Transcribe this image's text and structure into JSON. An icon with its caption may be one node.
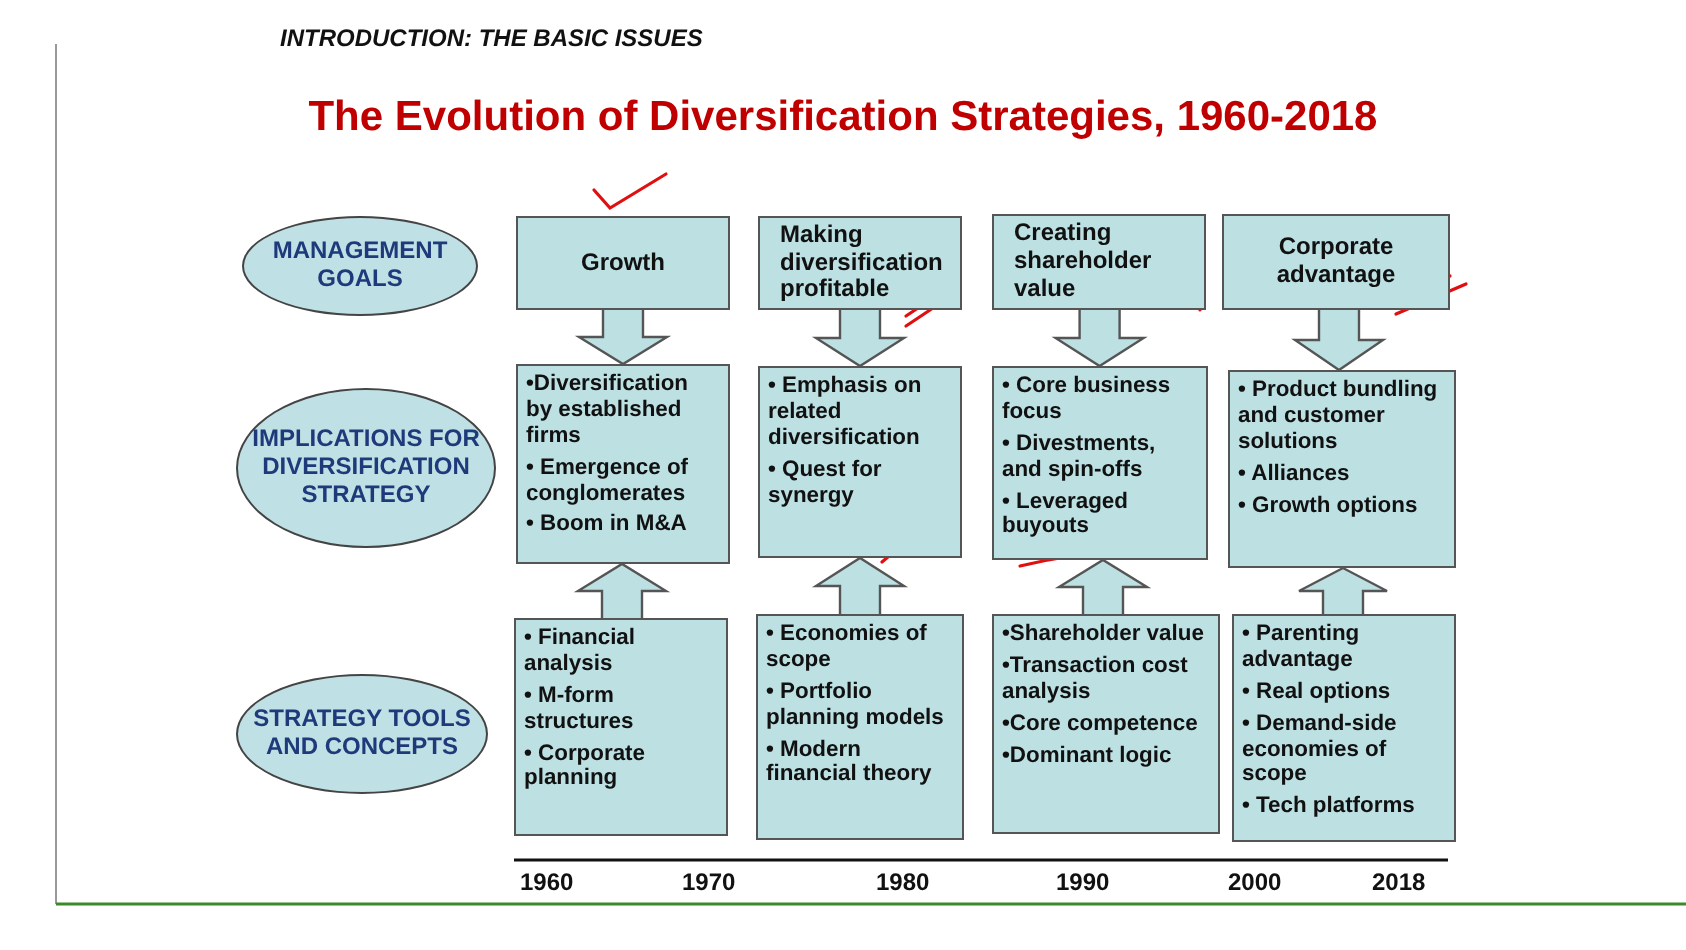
{
  "diagram": {
    "title": "The Evolution of Diversification Strategies, 1960-2018",
    "nodes": [
      {
        "text": [
          "MANAGEMENT GOALS"
        ]
      },
      {
        "text": [
          "IMPLICATIONS FOR DIVERSIFICATION STRATEGY"
        ]
      },
      {
        "text": [
          "STRATEGY TOOLS AND CONCEPTS"
        ]
      },
      {
        "text": [
          "Growth"
        ]
      },
      {
        "text": [
          "Making diversification profitable"
        ]
      },
      {
        "text": [
          "Creating shareholder value"
        ]
      },
      {
        "text": [
          "Corporate advantage"
        ]
      },
      {
        "text": [
          "•Diversification by established firms",
          "• Emergence of conglomerates",
          "• Boom in M&A"
        ]
      },
      {
        "text": [
          "• Emphasis on related diversification",
          "• Quest for synergy"
        ]
      },
      {
        "text": [
          "• Core business focus",
          "• Divestments, and spin-offs",
          "• Leveraged buyouts"
        ]
      },
      {
        "text": [
          "• Product bundling and customer solutions",
          "• Alliances",
          "• Growth options"
        ]
      },
      {
        "text": [
          "• Financial analysis",
          "• M-form structures",
          "• Corporate planning"
        ]
      },
      {
        "text": [
          "• Economies of scope",
          "• Portfolio planning models",
          "• Modern financial theory"
        ]
      },
      {
        "text": [
          "•Shareholder value",
          "•Transaction cost analysis",
          "•Core competence",
          "•Dominant logic"
        ]
      },
      {
        "text": [
          "• Parenting advantage",
          "• Real options",
          "• Demand-side economies of scope",
          "• Tech platforms"
        ]
      }
    ],
    "edges": [
      {
        "from": 3,
        "to": 7,
        "arrow": "to"
      },
      {
        "from": 4,
        "to": 8,
        "arrow": "to"
      },
      {
        "from": 5,
        "to": 9,
        "arrow": "to"
      },
      {
        "from": 6,
        "to": 10,
        "arrow": "to"
      },
      {
        "from": 11,
        "to": 7,
        "arrow": "to"
      },
      {
        "from": 12,
        "to": 8,
        "arrow": "to"
      },
      {
        "from": 13,
        "to": 9,
        "arrow": "to"
      },
      {
        "from": 14,
        "to": 10,
        "arrow": "to"
      }
    ],
    "labels": [
      "INTRODUCTION: THE BASIC ISSUES",
      "1960",
      "1970",
      "1980",
      "1990",
      "2000",
      "2018"
    ]
  }
}
